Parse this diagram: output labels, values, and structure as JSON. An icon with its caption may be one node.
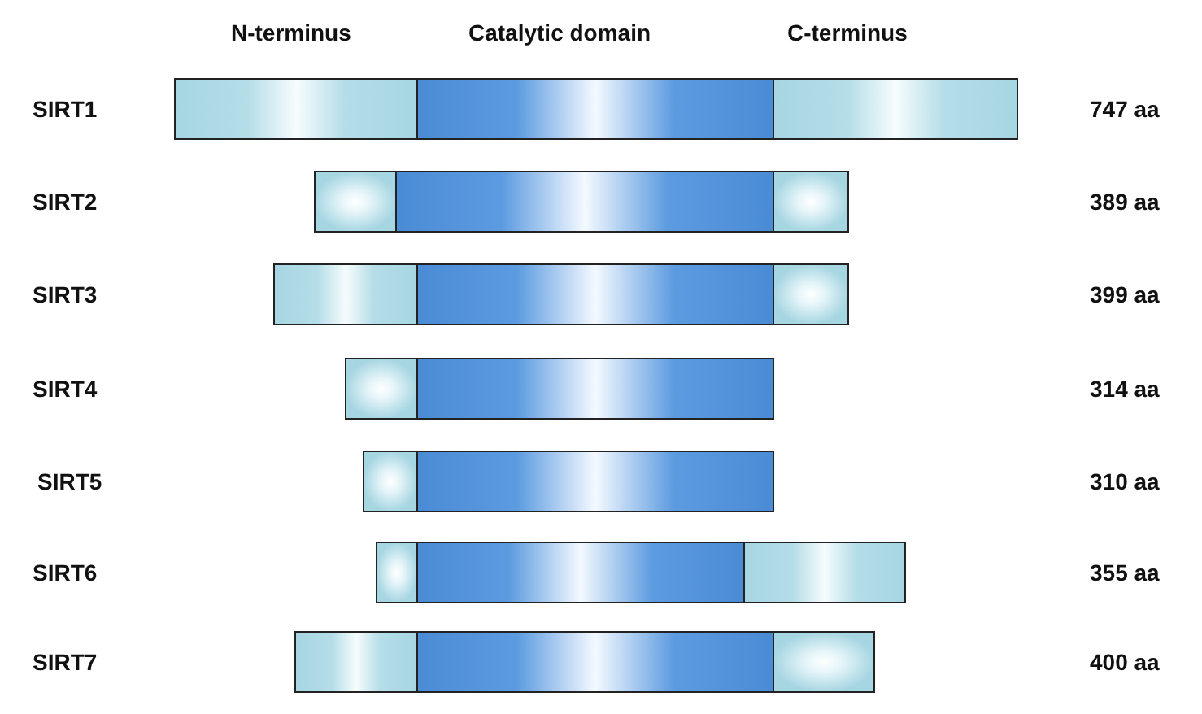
{
  "diagram": {
    "nodes": [
      {
        "text": [],
        "shape": "bar"
      },
      {
        "text": [],
        "shape": "bar"
      },
      {
        "text": [],
        "shape": "bar"
      },
      {
        "text": [],
        "shape": "bar"
      },
      {
        "text": [],
        "shape": "bar"
      },
      {
        "text": [],
        "shape": "bar"
      },
      {
        "text": [],
        "shape": "bar"
      },
      {
        "text": [],
        "shape": "bar"
      },
      {
        "text": [],
        "shape": "bar"
      },
      {
        "text": [],
        "shape": "bar"
      },
      {
        "text": [],
        "shape": "bar"
      },
      {
        "text": [],
        "shape": "bar"
      },
      {
        "text": [],
        "shape": "bar"
      },
      {
        "text": [],
        "shape": "bar"
      },
      {
        "text": [],
        "shape": "bar"
      },
      {
        "text": [],
        "shape": "bar"
      },
      {
        "text": [],
        "shape": "bar"
      },
      {
        "text": [],
        "shape": "bar"
      },
      {
        "text": [],
        "shape": "bar"
      }
    ],
    "labels": [
      "N-terminus",
      "Catalytic domain",
      "C-terminus",
      "SIRT1",
      "747 aa",
      "SIRT2",
      "389 aa",
      "SIRT3",
      "399 aa",
      "SIRT4",
      "314 aa",
      "SIRT5",
      "310 aa",
      "SIRT6",
      "355 aa",
      "SIRT7",
      "400 aa"
    ]
  }
}
